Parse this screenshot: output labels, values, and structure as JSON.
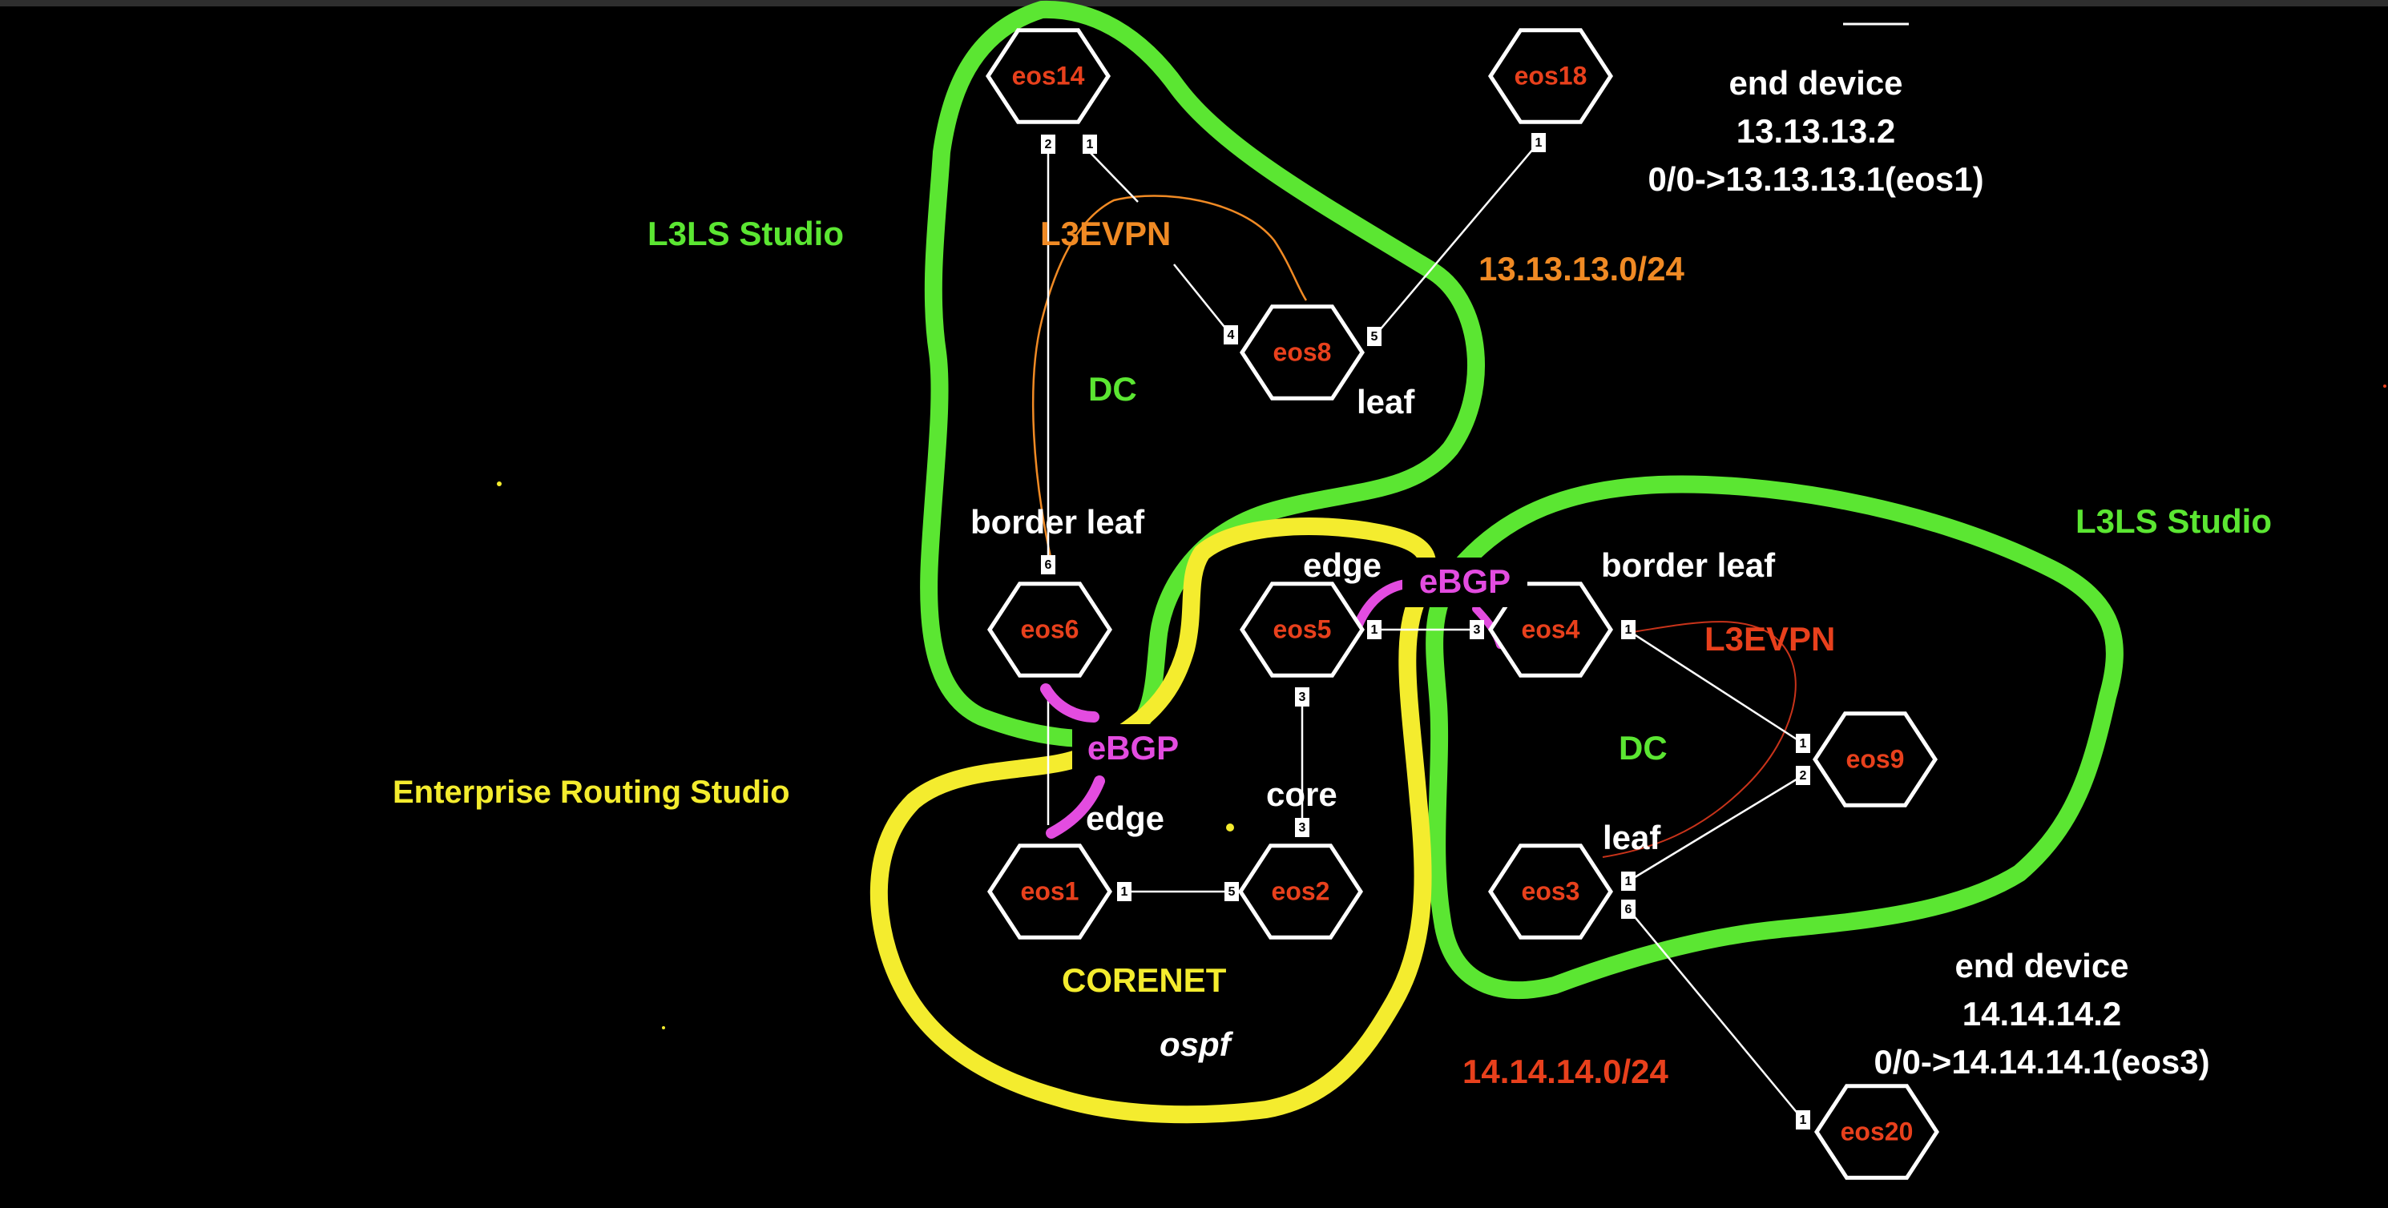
{
  "colors": {
    "background": "#000000",
    "l3ls_green": "#5be632",
    "enterprise_yellow": "#f4ec2e",
    "ebgp_magenta": "#e34ce0",
    "l3evpn_orange": "#f08a24",
    "l3evpn_red": "#e8401c",
    "node_label_red": "#e8401c",
    "white": "#ffffff"
  },
  "nodes": [
    {
      "id": "eos14",
      "label": "eos14"
    },
    {
      "id": "eos18",
      "label": "eos18"
    },
    {
      "id": "eos8",
      "label": "eos8"
    },
    {
      "id": "eos6",
      "label": "eos6"
    },
    {
      "id": "eos5",
      "label": "eos5"
    },
    {
      "id": "eos4",
      "label": "eos4"
    },
    {
      "id": "eos9",
      "label": "eos9"
    },
    {
      "id": "eos1",
      "label": "eos1"
    },
    {
      "id": "eos2",
      "label": "eos2"
    },
    {
      "id": "eos3",
      "label": "eos3"
    },
    {
      "id": "eos20",
      "label": "eos20"
    }
  ],
  "ports": [
    "2",
    "1",
    "4",
    "5",
    "1",
    "6",
    "1",
    "3",
    "3",
    "3",
    "1",
    "1",
    "2",
    "1",
    "5",
    "1",
    "6",
    "1"
  ],
  "annotations": {
    "l3ls_studio_top": "L3LS Studio",
    "l3ls_studio_right": "L3LS Studio",
    "enterprise_routing_studio": "Enterprise Routing Studio",
    "l3evpn_top": "L3EVPN",
    "l3evpn_right": "L3EVPN",
    "dc_top": "DC",
    "dc_right": "DC",
    "leaf_top": "leaf",
    "leaf_right": "leaf",
    "border_leaf_top": "border leaf",
    "border_leaf_right": "border leaf",
    "edge_top": "edge",
    "edge_bottom": "edge",
    "core": "core",
    "ebgp_top": "eBGP",
    "ebgp_left": "eBGP",
    "corenet": "CORENET",
    "ospf": "ospf",
    "subnet_13": "13.13.13.0/24",
    "subnet_14": "14.14.14.0/24",
    "end_device_top": {
      "line1": "end device",
      "line2": "13.13.13.2",
      "line3": "0/0->13.13.13.1(eos1)"
    },
    "end_device_bottom": {
      "line1": "end device",
      "line2": "14.14.14.2",
      "line3": "0/0->14.14.14.1(eos3)"
    }
  }
}
